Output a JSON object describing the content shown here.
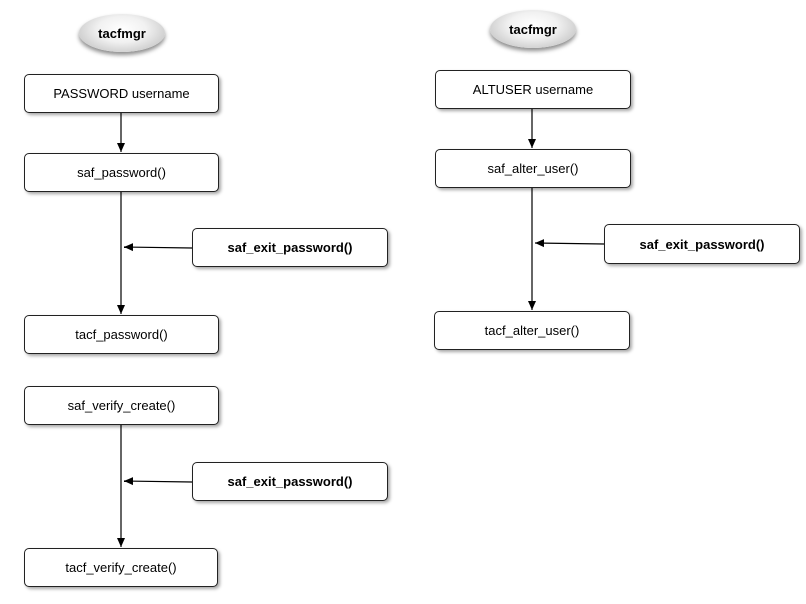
{
  "left_flow": {
    "start_label": "tacfmgr",
    "cmd_box": "PASSWORD username",
    "saf_password": "saf_password()",
    "exit1": "saf_exit_password()",
    "tacf_password": "tacf_password()",
    "saf_verify_create": "saf_verify_create()",
    "exit2": "saf_exit_password()",
    "tacf_verify_create": "tacf_verify_create()"
  },
  "right_flow": {
    "start_label": "tacfmgr",
    "cmd_box": "ALTUSER username",
    "saf_alter_user": "saf_alter_user()",
    "exit": "saf_exit_password()",
    "tacf_alter_user": "tacf_alter_user()"
  }
}
